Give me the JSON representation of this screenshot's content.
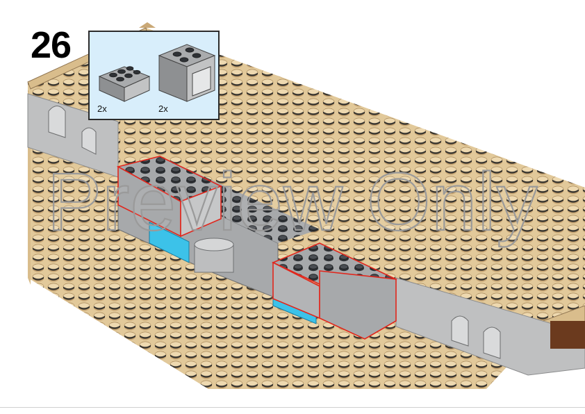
{
  "step": {
    "number": "26"
  },
  "parts": [
    {
      "name": "2x3 brick",
      "quantity": "2x"
    },
    {
      "name": "2x2x2 container brick",
      "quantity": "2x"
    }
  ],
  "watermark": "Preview Only",
  "colors": {
    "baseplate": "#e2c99a",
    "stud_rim": "#caa876",
    "wall_grey": "#bfc0c1",
    "new_brick_grey": "#a7a9ab",
    "dark_stud": "#2e3135",
    "highlight_outline": "#e1261c",
    "accent_blue": "#3cc2e9",
    "callout_bg": "#d8eefb",
    "brown": "#6b3a1e"
  },
  "icons": [
    "stud-grid",
    "brick-icon",
    "container-brick-icon"
  ]
}
